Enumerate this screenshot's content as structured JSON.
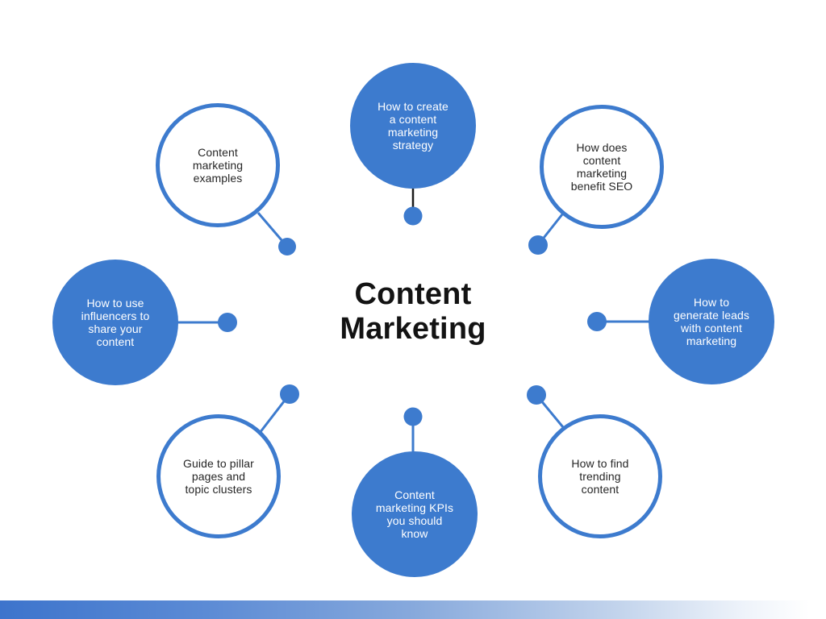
{
  "diagram": {
    "title": "Content\nMarketing",
    "nodes": [
      {
        "id": "create-strategy",
        "label": "How to create\na content\nmarketing\nstrategy",
        "variant": "filled",
        "position": "top"
      },
      {
        "id": "benefit-seo",
        "label": "How does\ncontent\nmarketing\nbenefit SEO",
        "variant": "outlined",
        "position": "top-right"
      },
      {
        "id": "generate-leads",
        "label": "How to\ngenerate leads\nwith content\nmarketing",
        "variant": "filled",
        "position": "right"
      },
      {
        "id": "trending-content",
        "label": "How to find\ntrending\ncontent",
        "variant": "outlined",
        "position": "bottom-right"
      },
      {
        "id": "marketing-kpis",
        "label": "Content\nmarketing KPIs\nyou should\nknow",
        "variant": "filled",
        "position": "bottom"
      },
      {
        "id": "pillar-pages",
        "label": "Guide to pillar\npages and\ntopic clusters",
        "variant": "outlined",
        "position": "bottom-left"
      },
      {
        "id": "use-influencers",
        "label": "How to use\ninfluencers to\nshare your\ncontent",
        "variant": "filled",
        "position": "left"
      },
      {
        "id": "marketing-examples",
        "label": "Content\nmarketing\nexamples",
        "variant": "outlined",
        "position": "top-left"
      }
    ],
    "colors": {
      "node_blue": "#3d7bce",
      "connector_blue": "#3d7bce",
      "connector_black": "#1c1c1c",
      "node_text_light": "#ffffff",
      "node_text_dark": "#262626",
      "title_color": "#131313",
      "footer_gradient_start": "#3d74cc",
      "footer_gradient_end": "#ffffff"
    }
  }
}
